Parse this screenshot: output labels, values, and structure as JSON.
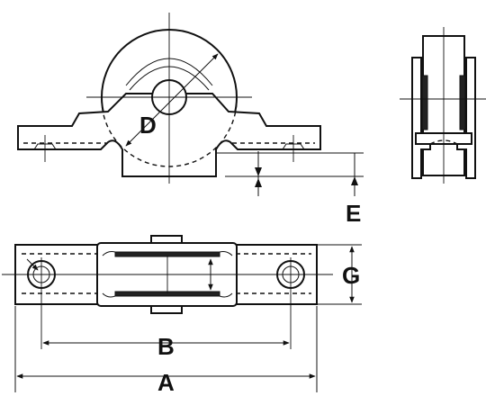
{
  "labels": {
    "A": "A",
    "B": "B",
    "D": "D",
    "E": "E",
    "G": "G"
  }
}
